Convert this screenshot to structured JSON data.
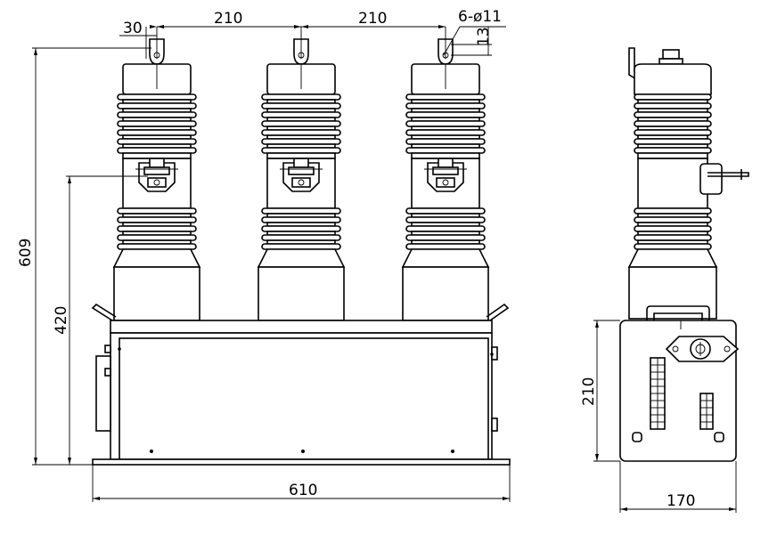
{
  "front_view": {
    "dimensions": {
      "terminal_offset": "30",
      "phase_spacing_left": "210",
      "phase_spacing_right": "210",
      "mounting_holes": "6-ø11",
      "terminal_height": "13",
      "overall_height": "609",
      "terminal_height_from_base": "420",
      "overall_width": "610"
    }
  },
  "side_view": {
    "dimensions": {
      "cabinet_height": "210",
      "cabinet_depth": "170"
    }
  },
  "colors": {
    "line": "#000000",
    "background": "#ffffff"
  }
}
